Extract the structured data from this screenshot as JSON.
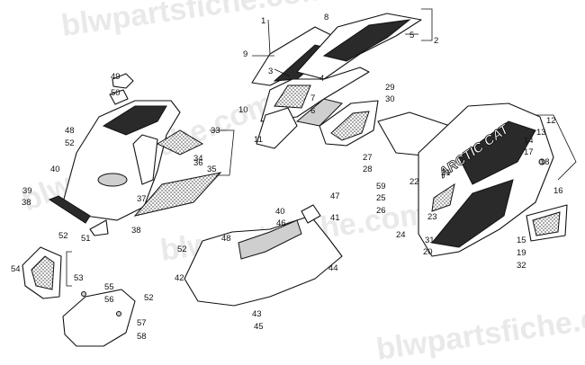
{
  "watermark": "blwpartsfiche.com",
  "decal_text": "ARCTIC CAT",
  "callouts": [
    "1",
    "2",
    "3",
    "4",
    "5",
    "6",
    "7",
    "8",
    "9",
    "10",
    "11",
    "12",
    "13",
    "14",
    "15",
    "16",
    "17",
    "18",
    "19",
    "20",
    "21",
    "22",
    "23",
    "24",
    "25",
    "26",
    "27",
    "28",
    "29",
    "30",
    "31",
    "32",
    "33",
    "34",
    "35",
    "36",
    "37",
    "38",
    "39",
    "40",
    "41",
    "42",
    "43",
    "44",
    "45",
    "46",
    "47",
    "48",
    "49",
    "50",
    "51",
    "52",
    "53",
    "54",
    "55",
    "56",
    "57",
    "58",
    "59"
  ]
}
